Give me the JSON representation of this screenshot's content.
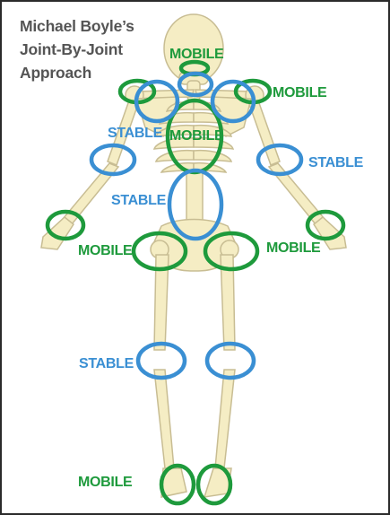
{
  "title": {
    "line1": "Michael Boyle’s",
    "line2": "Joint-By-Joint",
    "line3": "Approach"
  },
  "colors": {
    "mobile": "#1e9a3c",
    "stable": "#3a8fd3",
    "bone": "#f5edc4",
    "bone_outline": "#c8bd93",
    "text": "#555555"
  },
  "labels": {
    "mobile": "MOBILE",
    "stable": "STABLE"
  }
}
